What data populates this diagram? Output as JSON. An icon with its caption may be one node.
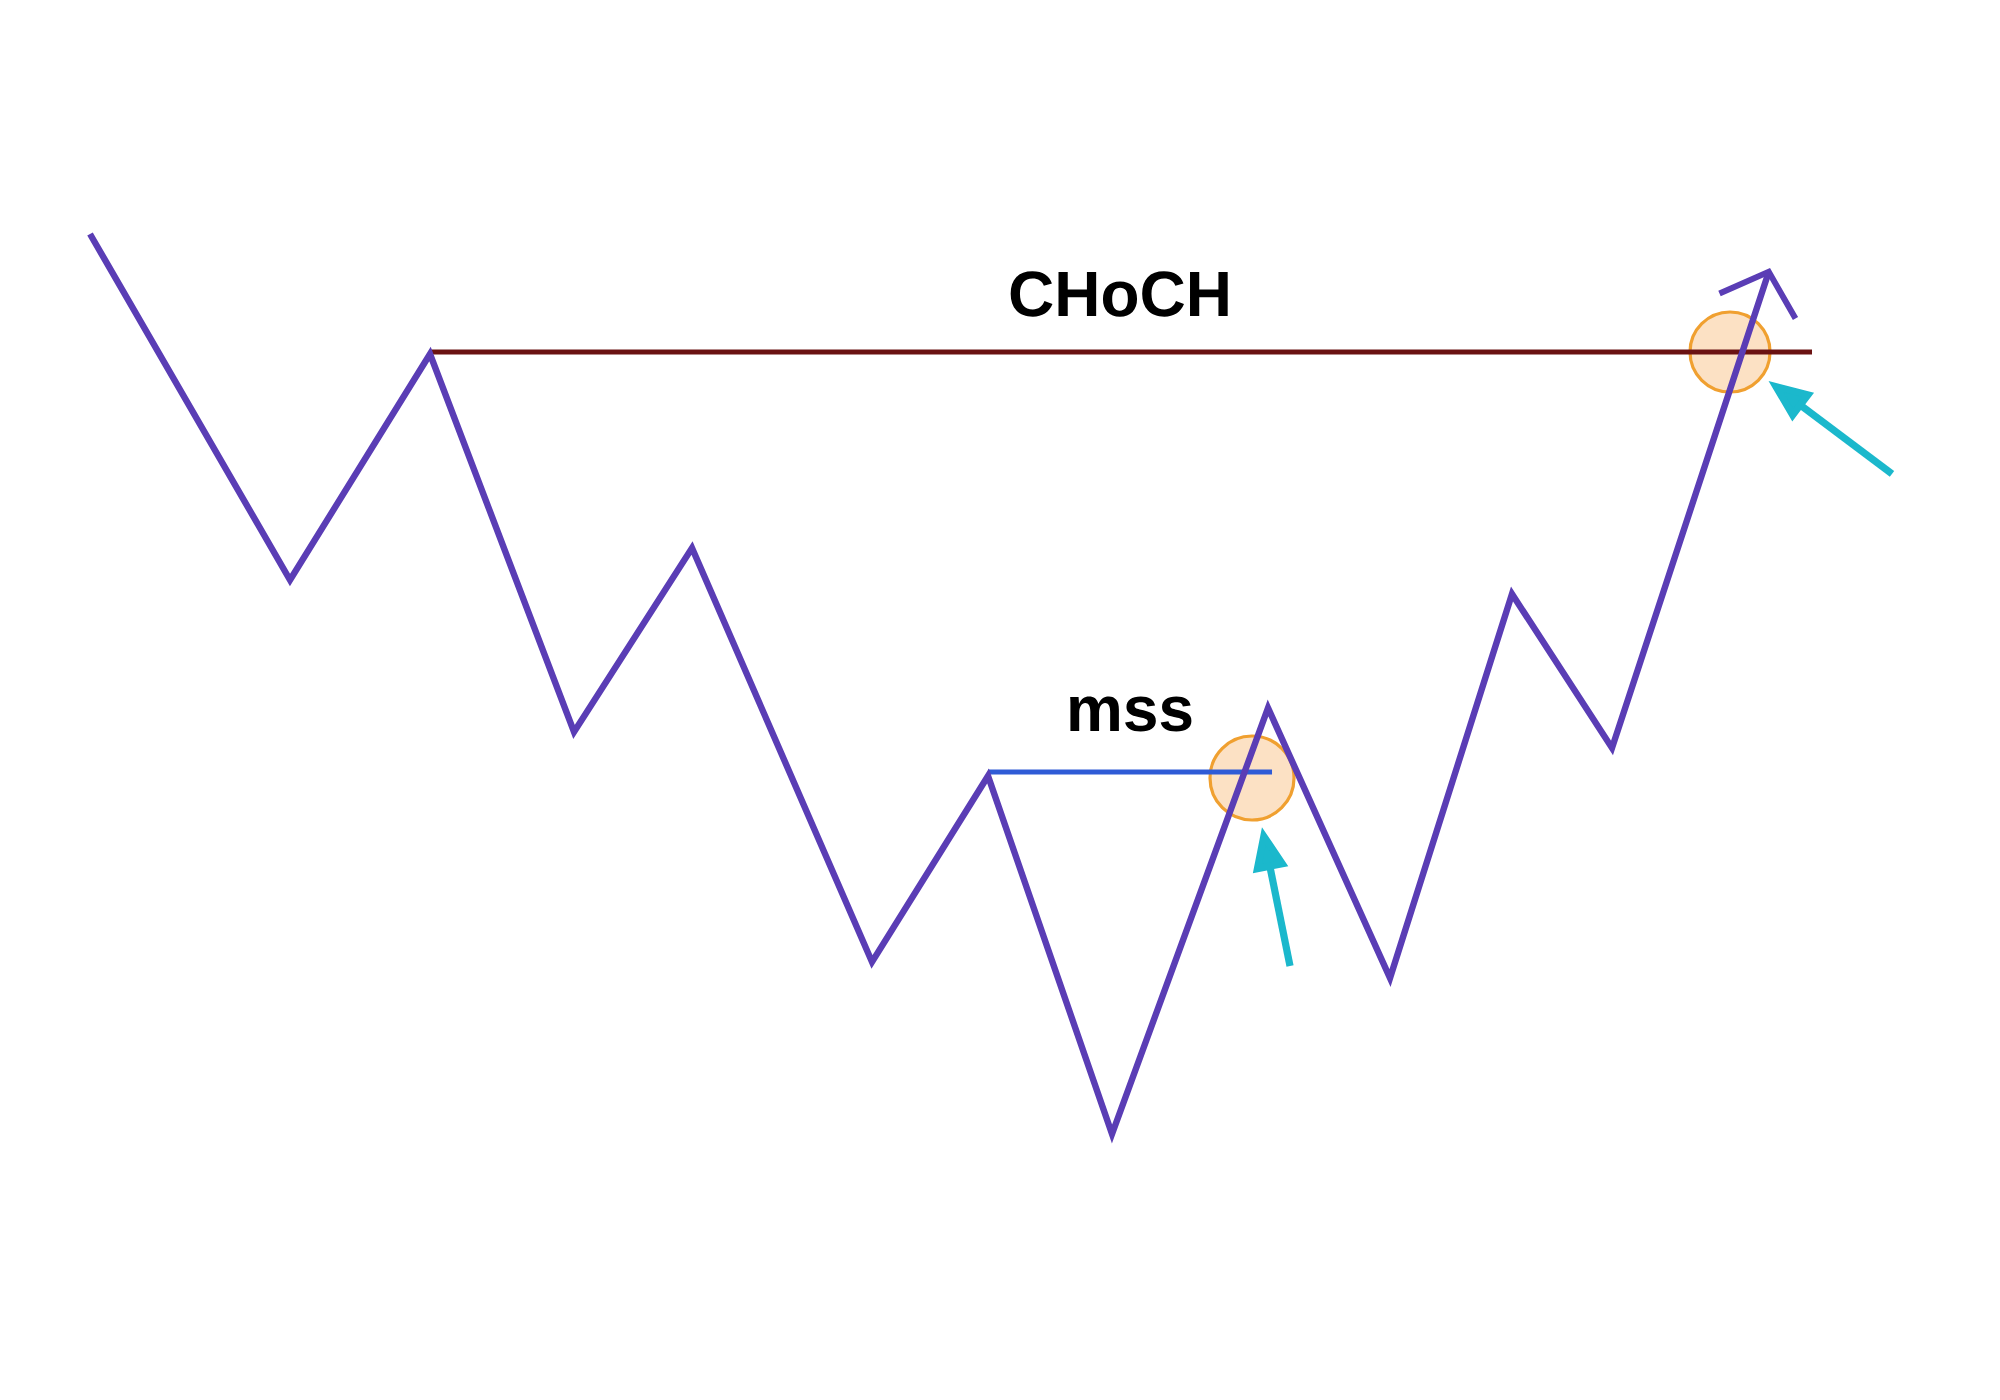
{
  "diagram": {
    "nodes": [
      {
        "text": [],
        "shape": "circle"
      },
      {
        "text": [],
        "shape": "circle"
      }
    ],
    "edges": [
      {
        "from": null,
        "to": 0,
        "arrow": "to"
      },
      {
        "from": null,
        "to": 1,
        "arrow": "to"
      }
    ],
    "labels": [
      "CHoCH",
      "mss"
    ]
  }
}
